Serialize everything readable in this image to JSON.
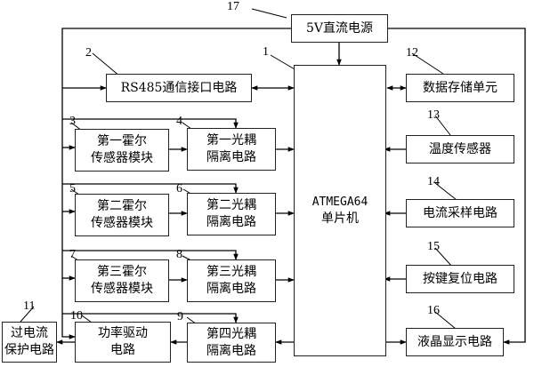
{
  "power_supply": {
    "number": "17",
    "label": "5V直流电源"
  },
  "mcu": {
    "number": "1",
    "line1": "ATMEGA64",
    "line2": "单片机"
  },
  "rs485": {
    "number": "2",
    "label": "RS485通信接口电路"
  },
  "hall_sensors": [
    {
      "number": "3",
      "line1": "第一霍尔",
      "line2": "传感器模块"
    },
    {
      "number": "5",
      "line1": "第二霍尔",
      "line2": "传感器模块"
    },
    {
      "number": "7",
      "line1": "第三霍尔",
      "line2": "传感器模块"
    }
  ],
  "optocouplers": [
    {
      "number": "4",
      "line1": "第一光耦",
      "line2": "隔离电路"
    },
    {
      "number": "6",
      "line1": "第二光耦",
      "line2": "隔离电路"
    },
    {
      "number": "8",
      "line1": "第三光耦",
      "line2": "隔离电路"
    },
    {
      "number": "9",
      "line1": "第四光耦",
      "line2": "隔离电路"
    }
  ],
  "power_driver": {
    "number": "10",
    "line1": "功率驱动",
    "line2": "电路"
  },
  "overcurrent": {
    "number": "11",
    "line1": "过电流",
    "line2": "保护电路"
  },
  "right_units": [
    {
      "number": "12",
      "label": "数据存储单元"
    },
    {
      "number": "13",
      "label": "温度传感器"
    },
    {
      "number": "14",
      "label": "电流采样电路"
    },
    {
      "number": "15",
      "label": "按键复位电路"
    },
    {
      "number": "16",
      "label": "液晶显示电路"
    }
  ]
}
